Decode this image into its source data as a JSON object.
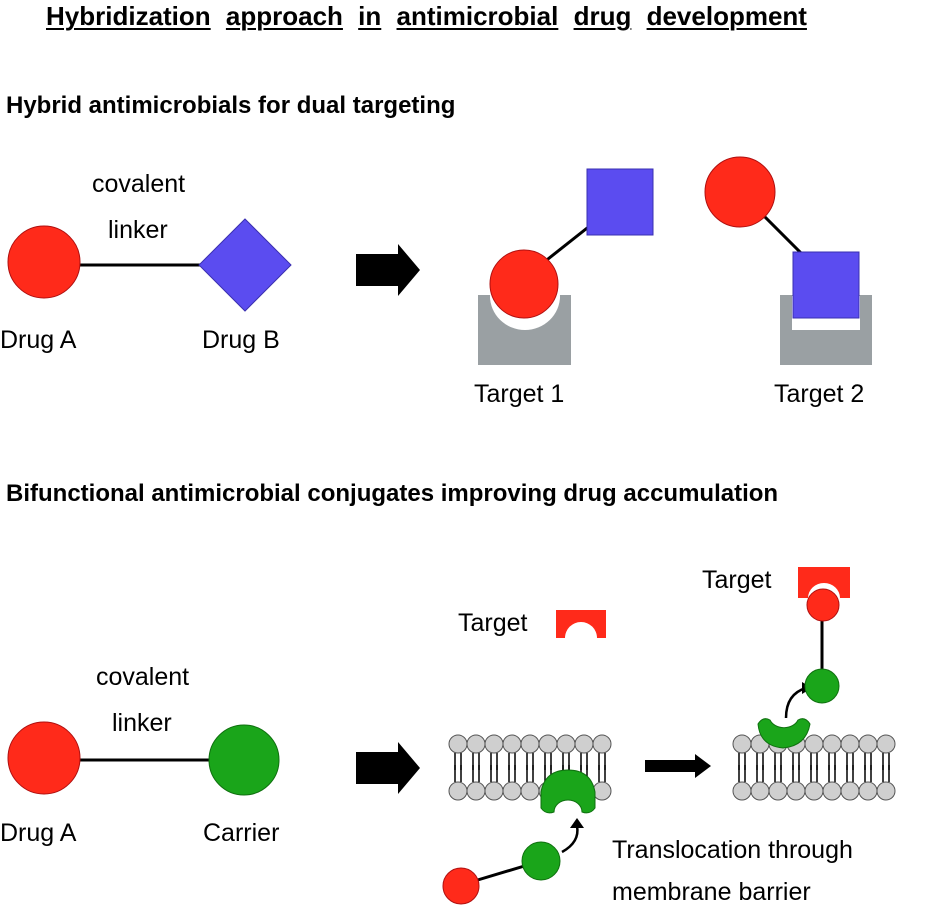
{
  "title_words": [
    "Hybridization",
    "approach",
    "in",
    "antimicrobial",
    "drug",
    "development"
  ],
  "section1": {
    "heading": "Hybrid antimicrobials for dual targeting",
    "linker_line1": "covalent",
    "linker_line2": "linker",
    "drug_a": "Drug A",
    "drug_b": "Drug B",
    "target1": "Target 1",
    "target2": "Target 2"
  },
  "section2": {
    "heading": "Bifunctional antimicrobial conjugates improving drug accumulation",
    "linker_line1": "covalent",
    "linker_line2": "linker",
    "drug_a": "Drug A",
    "carrier": "Carrier",
    "target_a": "Target",
    "target_b": "Target",
    "translocation_line1": "Translocation through",
    "translocation_line2": "membrane barrier"
  },
  "colors": {
    "drug_red": "#ff2a1a",
    "drug_blue": "#5b4cf0",
    "carrier_green": "#1aa51a",
    "target_gray": "#9aa0a3",
    "lipid_gray": "#cfcfcf"
  }
}
